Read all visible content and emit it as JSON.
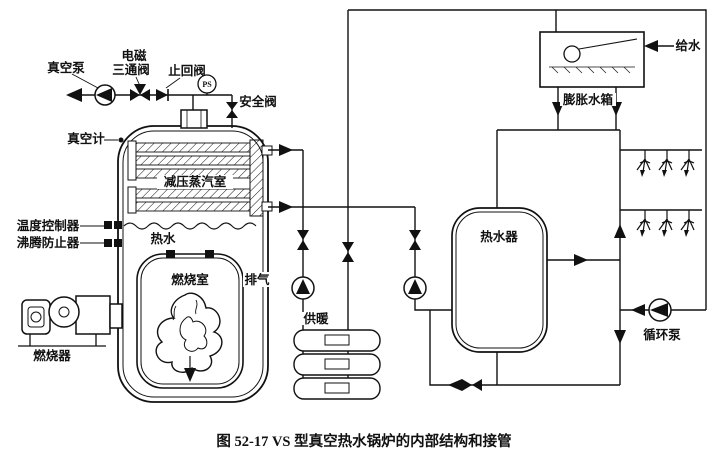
{
  "figure": {
    "caption": "图 52-17   VS 型真空热水锅炉的内部结构和接管"
  },
  "labels": {
    "vacuum_pump": "真空泵",
    "solenoid_line1": "电磁",
    "solenoid_line2": "三通阀",
    "check_valve": "止回阀",
    "ps_gauge": "PS",
    "safety_valve": "安全阀",
    "vacuum_gauge": "真空计",
    "steam_chamber": "减压蒸汽室",
    "temperature_controller": "温度控制器",
    "boiling_preventer": "沸腾防止器",
    "hot_water": "热水",
    "combustion_chamber": "燃烧室",
    "exhaust": "排气",
    "burner": "燃烧器",
    "heating_supply": "供暖",
    "water_heater": "热水器",
    "expansion_tank": "膨胀水箱",
    "feed_water": "给水",
    "circulation_pump": "循环泵"
  },
  "colors": {
    "line": "#111111",
    "background": "#ffffff"
  }
}
